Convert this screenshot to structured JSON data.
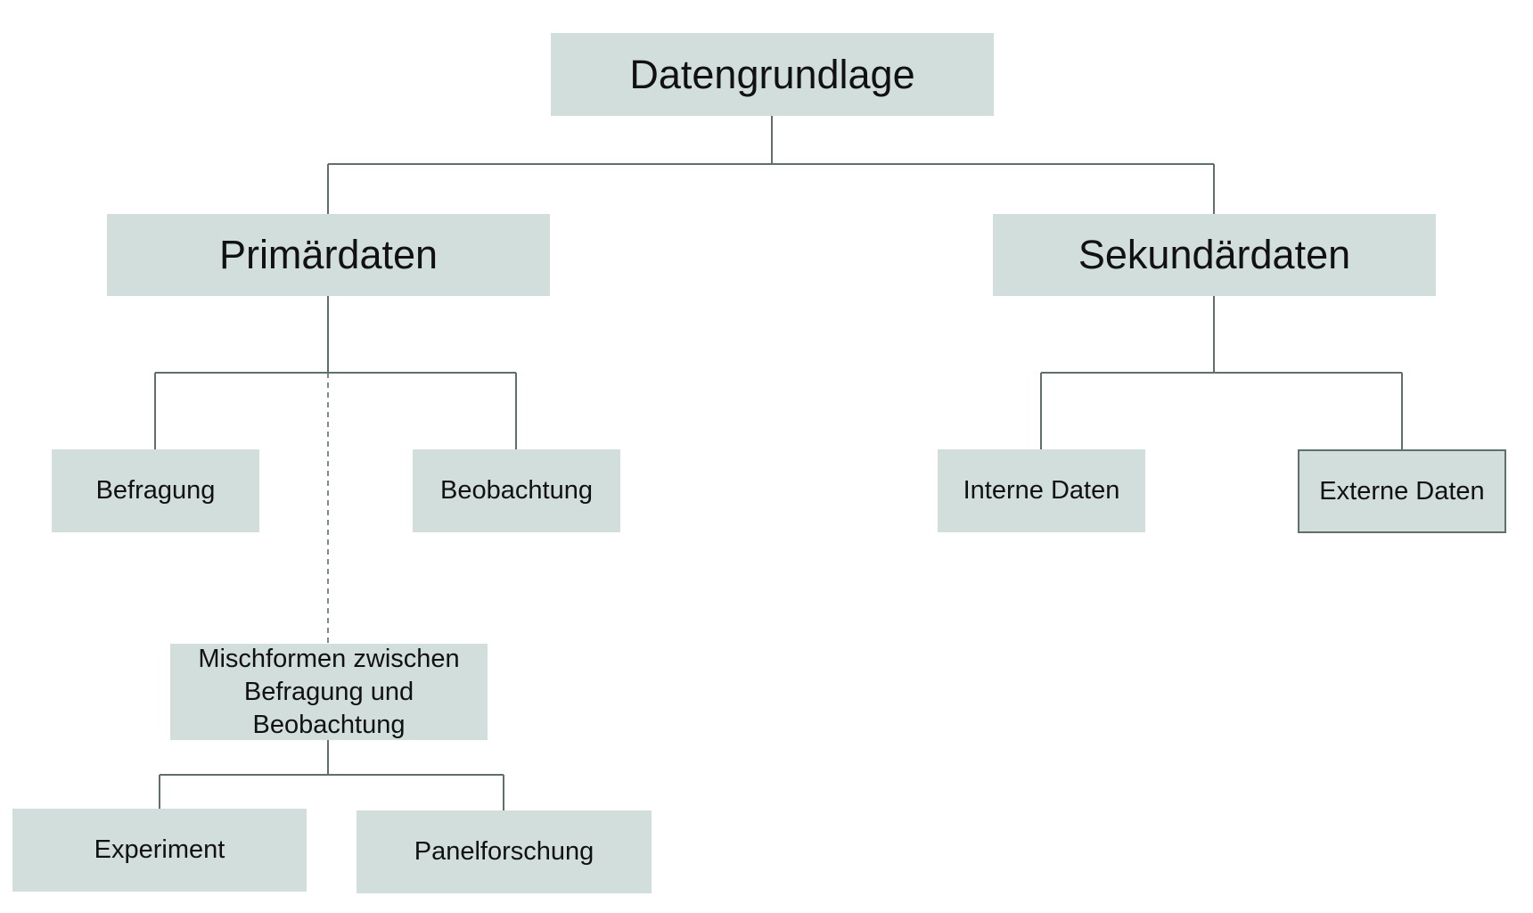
{
  "diagram": {
    "root": {
      "label": "Datengrundlage"
    },
    "primary": {
      "label": "Primärdaten",
      "children": {
        "survey": {
          "label": "Befragung"
        },
        "observation": {
          "label": "Beobachtung"
        },
        "mixed": {
          "label": "Mischformen zwischen Befragung und Beobachtung",
          "children": {
            "experiment": {
              "label": "Experiment"
            },
            "panel": {
              "label": "Panelforschung"
            }
          }
        }
      }
    },
    "secondary": {
      "label": "Sekundärdaten",
      "children": {
        "internal": {
          "label": "Interne Daten"
        },
        "external": {
          "label": "Externe Daten"
        }
      }
    },
    "colors": {
      "node_fill": "#d1dedb",
      "connector": "#5f706b",
      "text": "#111111"
    }
  }
}
